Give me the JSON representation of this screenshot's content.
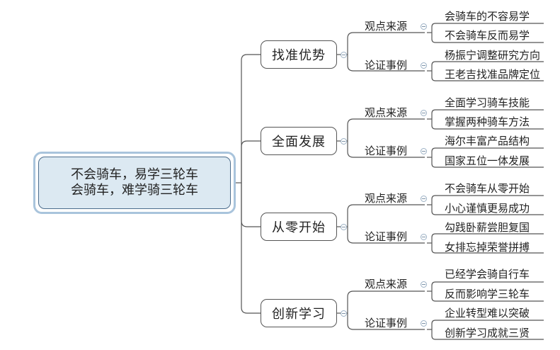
{
  "root": {
    "line1": "不会骑车，易学三轮车",
    "line2": "会骑车，难学骑三轮车"
  },
  "branches": [
    {
      "label": "找准优势",
      "groups": [
        {
          "label": "观点来源",
          "leaves": [
            "会骑车的不容易学",
            "不会骑车反而易学"
          ]
        },
        {
          "label": "论证事例",
          "leaves": [
            "杨振宁调整研究方向",
            "王老吉找准品牌定位"
          ]
        }
      ]
    },
    {
      "label": "全面发展",
      "groups": [
        {
          "label": "观点来源",
          "leaves": [
            "全面学习骑车技能",
            "掌握两种骑车方法"
          ]
        },
        {
          "label": "论证事例",
          "leaves": [
            "海尔丰富产品结构",
            "国家五位一体发展"
          ]
        }
      ]
    },
    {
      "label": "从零开始",
      "groups": [
        {
          "label": "观点来源",
          "leaves": [
            "不会骑车从零开始",
            "小心谨慎更易成功"
          ]
        },
        {
          "label": "论证事例",
          "leaves": [
            "勾践卧薪尝胆复国",
            "女排忘掉荣誉拼搏"
          ]
        }
      ]
    },
    {
      "label": "创新学习",
      "groups": [
        {
          "label": "观点来源",
          "leaves": [
            "已经学会骑自行车",
            "反而影响学三轮车"
          ]
        },
        {
          "label": "论证事例",
          "leaves": [
            "企业转型难以突破",
            "创新学习成就三贤"
          ]
        }
      ]
    }
  ]
}
